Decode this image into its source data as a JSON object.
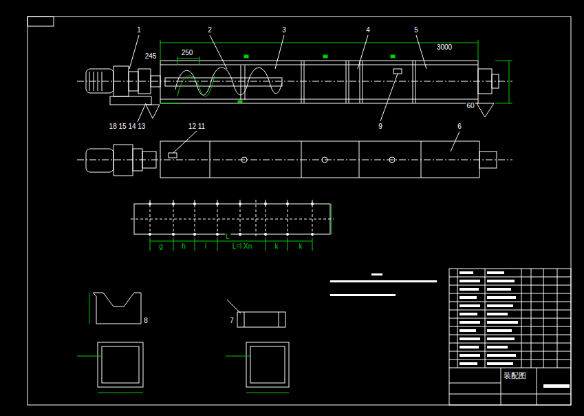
{
  "diagram": {
    "nodes": [
      {
        "text": [
          "装配图"
        ]
      }
    ],
    "labels": [
      "1",
      "2",
      "3",
      "4",
      "5",
      "3000",
      "250",
      "245",
      "60",
      "18 15 14 13",
      "12 11",
      "9",
      "6",
      "g",
      "h",
      "l",
      "L",
      "L=l Xn",
      "k",
      "k",
      "8",
      "7"
    ]
  }
}
